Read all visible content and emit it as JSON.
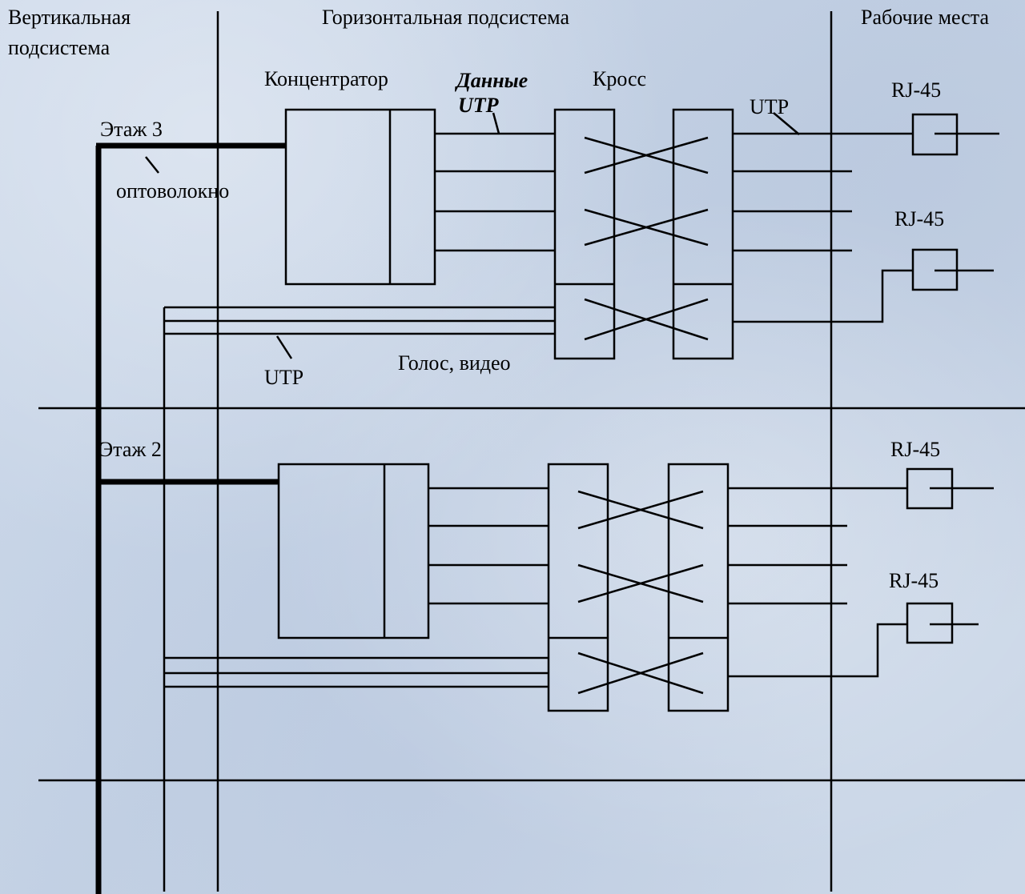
{
  "headers": {
    "vertical_line1": "Вертикальная",
    "vertical_line2": "подсистема",
    "horizontal": "Горизонтальная подсистема",
    "workplaces": "Рабочие места"
  },
  "floor3": {
    "floor_label": "Этаж 3",
    "fiber_label": "оптоволокно",
    "hub_label": "Концентратор",
    "data_label_line1": "Данные",
    "data_label_line2": "UTP",
    "cross_label": "Кросс",
    "utp_right_label": "UTP",
    "utp_bottom_label": "UTP",
    "voice_label": "Голос, видео",
    "rj45_1": "RJ-45",
    "rj45_2": "RJ-45"
  },
  "floor2": {
    "floor_label": "Этаж 2",
    "rj45_1": "RJ-45",
    "rj45_2": "RJ-45"
  },
  "colors": {
    "background": "#c7d4e6",
    "lines": "#000000"
  }
}
